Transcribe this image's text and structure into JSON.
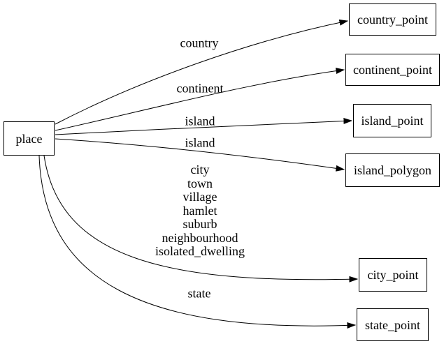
{
  "diagram": {
    "background": "#ffffff",
    "line_color": "#000000",
    "text_color": "#000000",
    "nodes": [
      {
        "id": "place",
        "label": "place"
      },
      {
        "id": "country_point",
        "label": "country_point"
      },
      {
        "id": "continent_point",
        "label": "continent_point"
      },
      {
        "id": "island_point",
        "label": "island_point"
      },
      {
        "id": "island_polygon",
        "label": "island_polygon"
      },
      {
        "id": "city_point",
        "label": "city_point"
      },
      {
        "id": "state_point",
        "label": "state_point"
      }
    ],
    "edges": [
      {
        "from": "place",
        "to": "country_point",
        "label": "country"
      },
      {
        "from": "place",
        "to": "continent_point",
        "label": "continent"
      },
      {
        "from": "place",
        "to": "island_point",
        "label": "island"
      },
      {
        "from": "place",
        "to": "island_polygon",
        "label": "island"
      },
      {
        "from": "place",
        "to": "city_point",
        "label": "city\ntown\nvillage\nhamlet\nsuburb\nneighbourhood\nisolated_dwelling"
      },
      {
        "from": "place",
        "to": "state_point",
        "label": "state"
      }
    ]
  }
}
